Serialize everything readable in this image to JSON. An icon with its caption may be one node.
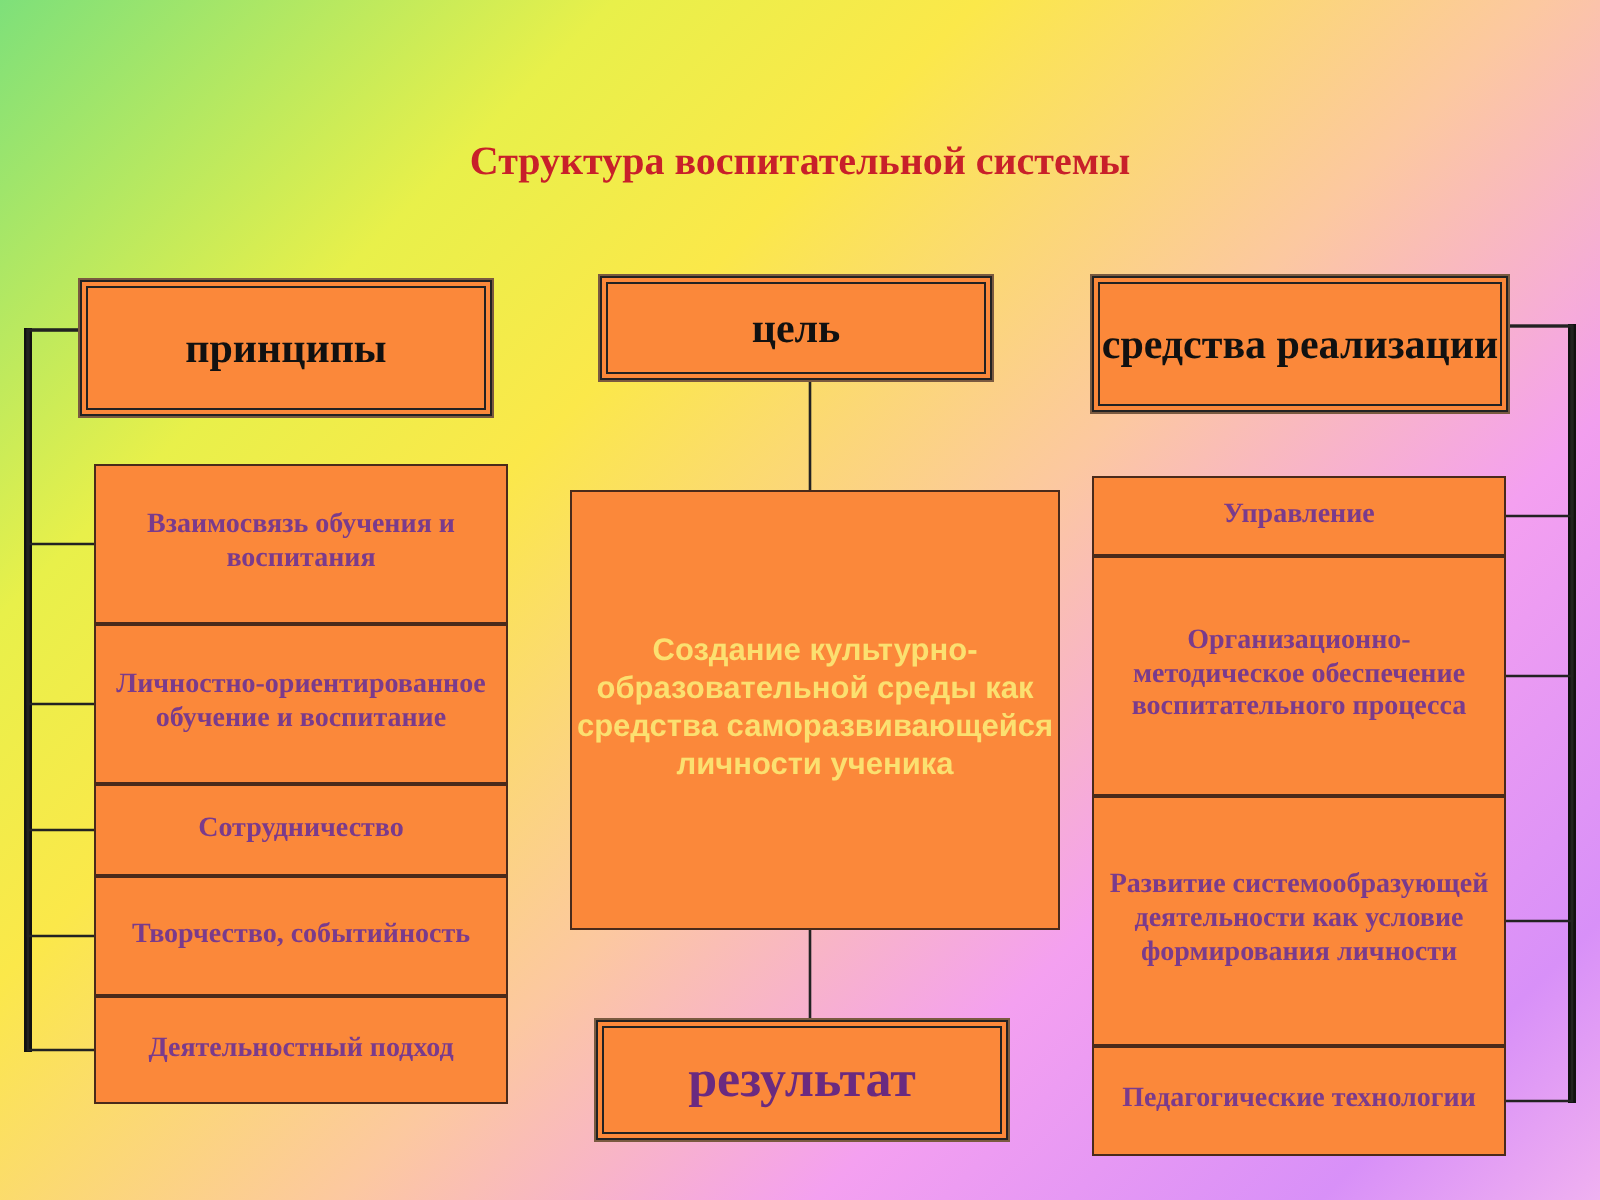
{
  "diagram": {
    "title": "Структура воспитательной системы",
    "nodes": [
      {
        "text": [
          "принципы"
        ]
      },
      {
        "text": [
          "цель"
        ]
      },
      {
        "text": [
          "средства реализации"
        ]
      },
      {
        "text": [
          "Взаимосвязь обучения и воспитания"
        ]
      },
      {
        "text": [
          "Личностно-ориентированное обучение и воспитание"
        ]
      },
      {
        "text": [
          "Сотрудничество"
        ]
      },
      {
        "text": [
          "Творчество, событийность"
        ]
      },
      {
        "text": [
          "Деятельностный подход"
        ]
      },
      {
        "text": [
          "Создание культурно-образовательной среды как средства саморазвивающейся личности ученика"
        ]
      },
      {
        "text": [
          "результат"
        ]
      },
      {
        "text": [
          "Управление"
        ]
      },
      {
        "text": [
          "Организационно-методическое обеспечение воспитательного процесса"
        ]
      },
      {
        "text": [
          "Развитие системообразующей деятельности как условие формирования личности"
        ]
      },
      {
        "text": [
          "Педагогические технологии"
        ]
      }
    ],
    "edges": [
      {
        "from": 0,
        "to": 3,
        "arrow": "none"
      },
      {
        "from": 0,
        "to": 4,
        "arrow": "none"
      },
      {
        "from": 0,
        "to": 5,
        "arrow": "none"
      },
      {
        "from": 0,
        "to": 6,
        "arrow": "none"
      },
      {
        "from": 0,
        "to": 7,
        "arrow": "none"
      },
      {
        "from": 1,
        "to": 8,
        "arrow": "none"
      },
      {
        "from": 8,
        "to": 9,
        "arrow": "none"
      },
      {
        "from": 2,
        "to": 10,
        "arrow": "none"
      },
      {
        "from": 2,
        "to": 11,
        "arrow": "none"
      },
      {
        "from": 2,
        "to": 12,
        "arrow": "none"
      },
      {
        "from": 2,
        "to": 13,
        "arrow": "none"
      }
    ]
  }
}
